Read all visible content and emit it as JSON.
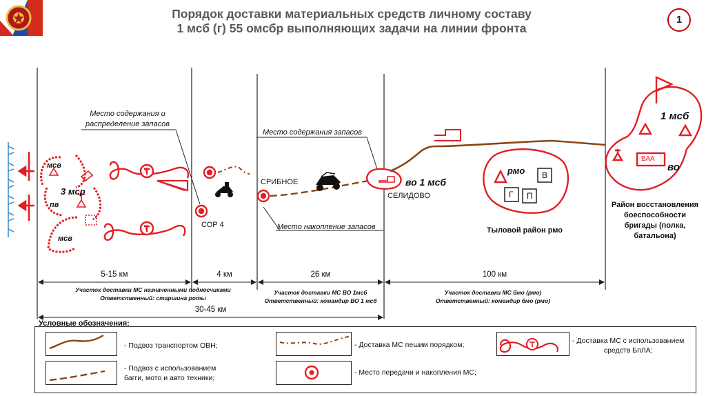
{
  "title": {
    "line1": "Порядок доставки материальных средств личному составу",
    "line2": "1 мсб (г) 55 омсбр выполняющих задачи на линии фронта"
  },
  "page_number": "1",
  "labels": {
    "storage_distribution": [
      "Место содержания  и",
      "распределение запасов"
    ],
    "storage": "Место содержания запасов",
    "accumulation": "Место накопление запасов",
    "sribnoe": "СРИБНОЕ",
    "selidovo": "СЕЛИДОВО",
    "sor4": "СОР 4",
    "vo_1msb": "во 1 мсб",
    "rear_area": "Тыловой район рмо",
    "rmo": "рмо",
    "v": "В",
    "g": "Г",
    "p": "П",
    "msb1": "1 мсб",
    "vo": "во",
    "restoration": [
      "Район восстановления",
      "боеспособности",
      "бригады (полка,",
      "батальона)"
    ],
    "msv_top": "мсв",
    "msv_bottom": "мсв",
    "msr3": "3 мср",
    "pv": "пв",
    "uav_mark": "Т",
    "building_letters": "ВАА"
  },
  "distances": {
    "d1": "5-15 км",
    "d2": "4 км",
    "d3": "26 км",
    "d4": "100 км",
    "total": "30-45 км"
  },
  "sections": {
    "s1": [
      "Участок доставки МС назначенными подносчиками",
      "Ответственный: старшина роты"
    ],
    "s2": [
      "Участок доставки МС ВО 1мсб",
      "Ответственный: командир ВО 1 мсб"
    ],
    "s3": [
      "Участок доставки МС бмо (рмо)",
      "Ответственный: командир бмо (рмо)"
    ]
  },
  "legend": {
    "title": "Условные обозначения:",
    "ovn": "- Подвоз транспортом ОВН;",
    "buggy": [
      "- Подвоз с использованием",
      "багги, мото и авто техники;"
    ],
    "foot": "- Доставка МС пешим порядком;",
    "point": "- Место передачи и накопления МС;",
    "uav": [
      "- Доставка МС с использованием",
      "средств БпЛА;"
    ]
  },
  "colors": {
    "red": "#e31e24",
    "brown": "#8b4513",
    "dark": "#222222"
  }
}
